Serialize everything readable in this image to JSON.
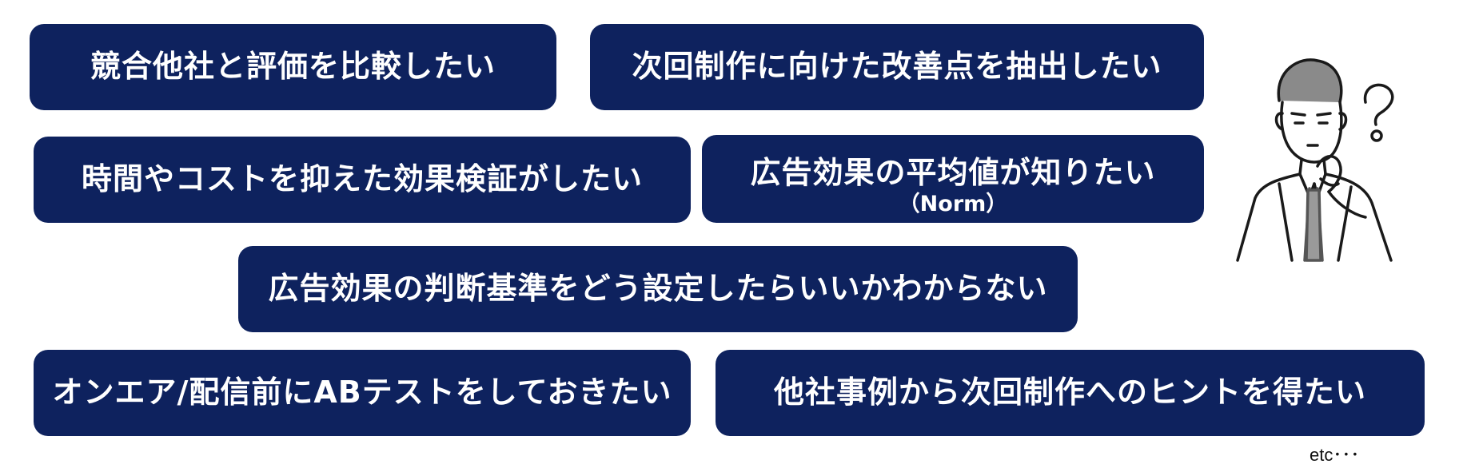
{
  "boxes": {
    "b1": "競合他社と評価を比較したい",
    "b2": "次回制作に向けた改善点を抽出したい",
    "b3": "時間やコストを抑えた効果検証がしたい",
    "b4": {
      "label": "広告効果の平均値が知りたい",
      "sublabel": "（Norm）"
    },
    "b5": "広告効果の判断基準をどう設定したらいいかわからない",
    "b6": "オンエア/配信前にABテストをしておきたい",
    "b7": "他社事例から次回制作へのヒントを得たい"
  },
  "footer": {
    "etc": "etc･･･"
  },
  "colors": {
    "box_bg": "#0e225e",
    "box_text": "#ffffff"
  },
  "illustration": {
    "icon": "thinking-businessman-icon"
  }
}
